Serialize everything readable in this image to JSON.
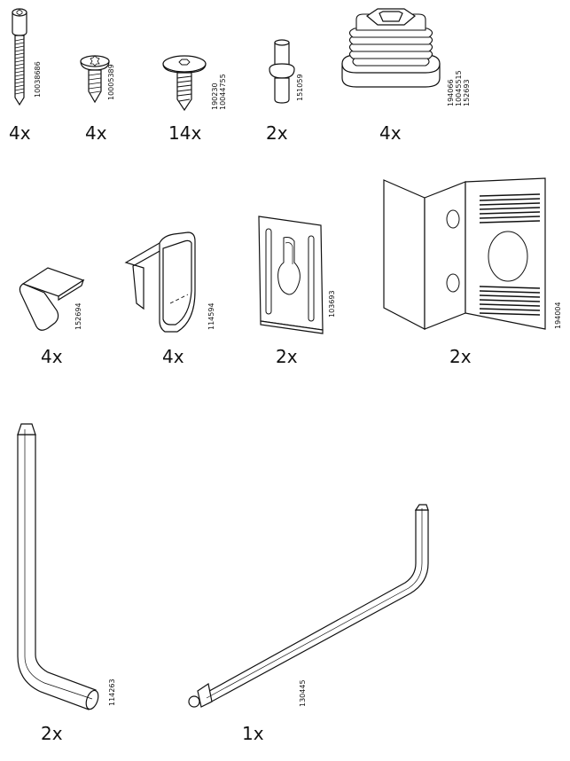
{
  "parts": [
    {
      "id": "p1",
      "qty": "4x",
      "article": "10038686"
    },
    {
      "id": "p2",
      "qty": "4x",
      "article": "10005389"
    },
    {
      "id": "p3",
      "qty": "14x",
      "article": "190230\n10044755"
    },
    {
      "id": "p4",
      "qty": "2x",
      "article": "151059"
    },
    {
      "id": "p5",
      "qty": "4x",
      "article": "194066\n10045515\n152693"
    },
    {
      "id": "p6",
      "qty": "4x",
      "article": "152694"
    },
    {
      "id": "p7",
      "qty": "4x",
      "article": "114594"
    },
    {
      "id": "p8",
      "qty": "2x",
      "article": "103693"
    },
    {
      "id": "p9",
      "qty": "2x",
      "article": "194004"
    },
    {
      "id": "p10",
      "qty": "2x",
      "article": "114263"
    },
    {
      "id": "p11",
      "qty": "1x",
      "article": "130445"
    }
  ]
}
